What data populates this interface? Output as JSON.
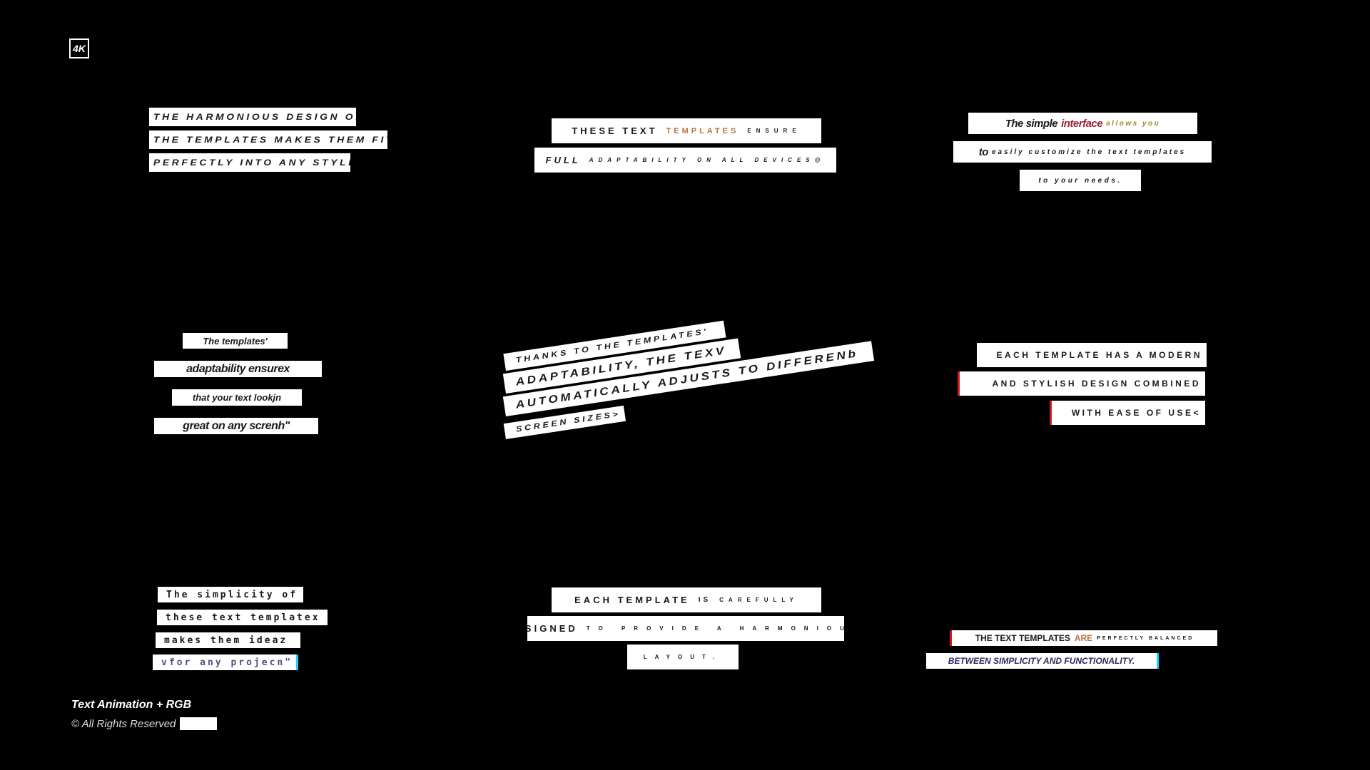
{
  "badge": "4K",
  "group1": [
    "THE HARMONIOUS DESIGN OF",
    "THE TEMPLATES MAKES THEM FIT",
    "PERFECTLY INTO ANY STYLE>"
  ],
  "group2": {
    "line1": [
      "THESE TEXT",
      "TEMPLATES",
      "ENSURE"
    ],
    "line2": [
      "FULL",
      "ADAPTABILITY ON ALL DEVICES@"
    ]
  },
  "group3": {
    "line1": [
      "The simple",
      "interface",
      "allows you"
    ],
    "line2": [
      "to",
      "easily customize the text templates"
    ],
    "line3": "to your needs."
  },
  "group4": [
    "The templates'",
    "adaptability ensurex",
    "that your text lookjn",
    "great on any screnh\""
  ],
  "group5": [
    "THANKS TO THE TEMPLATES'",
    "ADAPTABILITY, THE TEXV",
    "AUTOMATICALLY ADJUSTS TO DIFFERENb",
    "SCREEN SIZES>"
  ],
  "group6": [
    "EACH TEMPLATE HAS A MODERN",
    "AND STYLISH DESIGN COMBINED",
    "WITH EASE OF USE<"
  ],
  "group7": [
    "The simplicity of",
    "these text templatex",
    "makes them ideaz",
    "vfor any projecn\""
  ],
  "group8": {
    "line1": [
      "EACH TEMPLATE",
      "IS",
      "CAREFULLY"
    ],
    "line2": [
      "DESIGNED",
      "TO PROVIDE A HARMONIOUS"
    ],
    "line3": "LAYOUT."
  },
  "group9": {
    "line1": [
      "THE TEXT TEMPLATES",
      "ARE",
      "PERFECTLY BALANCED"
    ],
    "line2": "BETWEEN SIMPLICITY AND FUNCTIONALITY."
  },
  "footer": {
    "title": "Text Animation + RGB",
    "copyright": "© All Rights Reserved"
  }
}
